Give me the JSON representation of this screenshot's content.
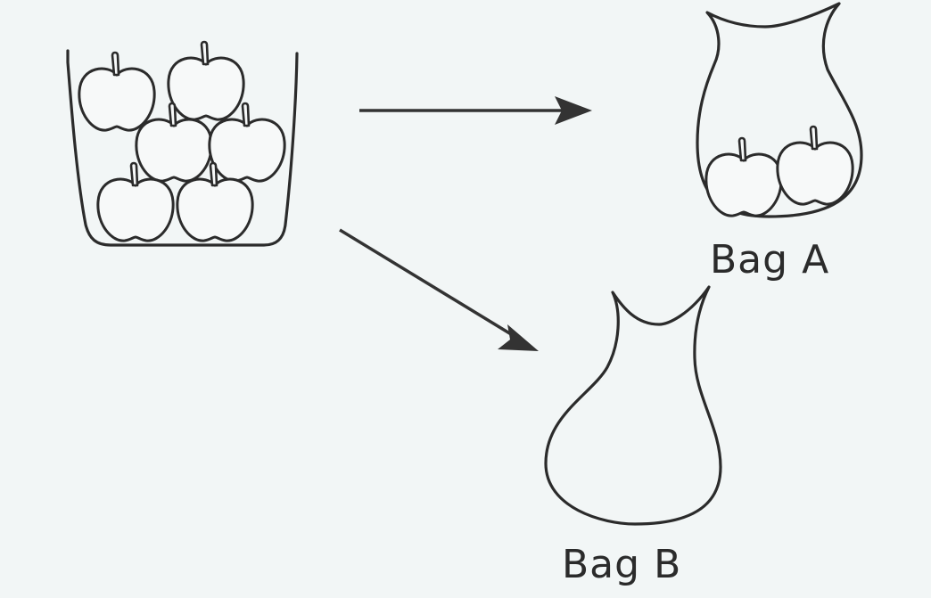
{
  "labels": {
    "bag_a": "Bag A",
    "bag_b": "Bag B"
  },
  "icons": [
    "apple-icon",
    "basket-icon",
    "bag-icon",
    "arrow-icon"
  ],
  "counts": {
    "apples_in_basket": 6,
    "apples_in_bag_a": 2,
    "apples_in_bag_b": 0
  },
  "colors": {
    "background": "#f2f6f6",
    "ink": "#2b2b2b"
  }
}
